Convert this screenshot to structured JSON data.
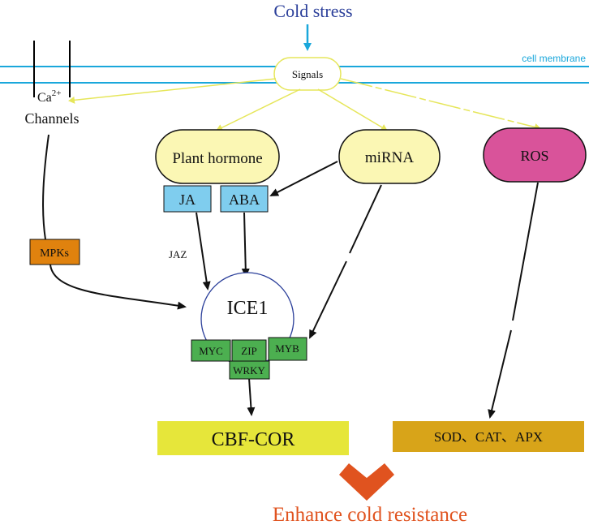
{
  "header": {
    "title": "Cold stress"
  },
  "membrane": {
    "label": "cell membrane"
  },
  "signals": {
    "label": "Signals"
  },
  "channel": {
    "ca": "Ca",
    "charge": "2+",
    "label": "Channels"
  },
  "nodes": {
    "plant_hormone": "Plant hormone",
    "mirna": "miRNA",
    "ros": "ROS",
    "ja": "JA",
    "aba": "ABA",
    "mpks": "MPKs",
    "jaz": "JAZ",
    "ice1": "ICE1",
    "myc": "MYC",
    "zip": "ZIP",
    "myb": "MYB",
    "wrky": "WRKY",
    "cbf_cor": "CBF-COR",
    "antioxidants": "SOD、CAT、APX"
  },
  "outcome": {
    "label": "Enhance cold resistance"
  },
  "colors": {
    "title_blue": "#2b3f9a",
    "membrane_cyan": "#1aa7db",
    "signal_yellow": "#e6e65a",
    "node_fill": "#fbf7b4",
    "ros_pink": "#d9539a",
    "hormone_box_blue": "#7fcdee",
    "mpks_orange": "#e0820e",
    "tf_green": "#4caf50",
    "cbf_yellow": "#e6e63a",
    "sod_gold": "#d8a419",
    "outcome_red": "#e0531f"
  }
}
